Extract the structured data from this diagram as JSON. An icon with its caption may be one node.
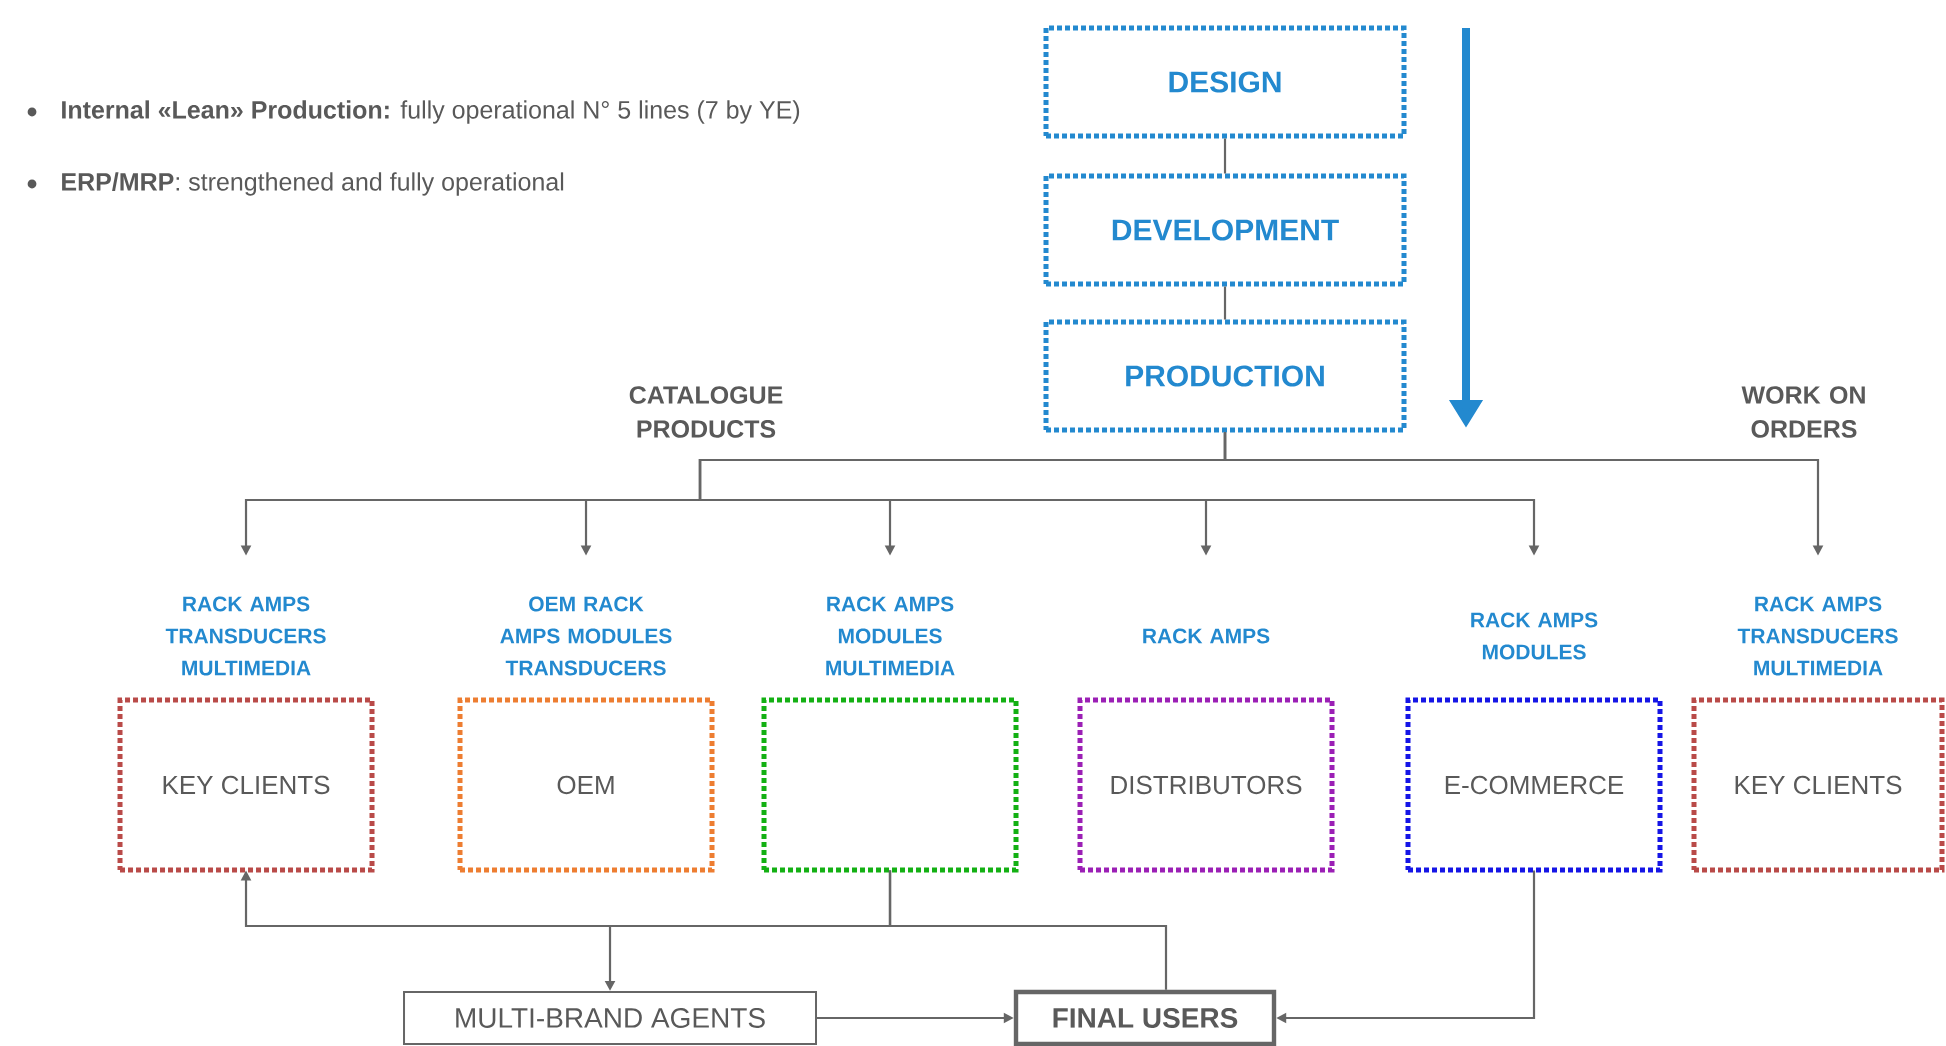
{
  "diagram": {
    "nodes": [
      {
        "text": [
          "DESIGN"
        ]
      },
      {
        "text": [
          "DEVELOPMENT"
        ]
      },
      {
        "text": [
          "PRODUCTION"
        ]
      },
      {
        "text": [
          "RACK AMPS TRANSDUCERS MULTIMEDIA",
          "KEY CLIENTS"
        ]
      },
      {
        "text": [
          "OEM RACK AMPS MODULES TRANSDUCERS",
          "OEM"
        ]
      },
      {
        "text": [
          "RACK AMPS MODULES MULTIMEDIA"
        ]
      },
      {
        "text": [
          "RACK AMPS",
          "DISTRIBUTORS"
        ]
      },
      {
        "text": [
          "RACK AMPS MODULES",
          "E-COMMERCE"
        ]
      },
      {
        "text": [
          "RACK AMPS TRANSDUCERS MULTIMEDIA",
          "KEY CLIENTS"
        ]
      },
      {
        "text": [
          "MULTI-BRAND AGENTS"
        ]
      },
      {
        "text": [
          "FINAL USERS"
        ]
      }
    ],
    "edges": [
      {
        "from": 0,
        "to": 1,
        "arrow": "none"
      },
      {
        "from": 1,
        "to": 2,
        "arrow": "none"
      },
      {
        "from": 2,
        "to": 3,
        "arrow": "to"
      },
      {
        "from": 2,
        "to": 4,
        "arrow": "to"
      },
      {
        "from": 2,
        "to": 5,
        "arrow": "to"
      },
      {
        "from": 2,
        "to": 6,
        "arrow": "to"
      },
      {
        "from": 2,
        "to": 7,
        "arrow": "to"
      },
      {
        "from": 2,
        "to": 8,
        "arrow": "to"
      },
      {
        "from": 5,
        "to": 3,
        "arrow": "to"
      },
      {
        "from": 5,
        "to": 9,
        "arrow": "to"
      },
      {
        "from": 5,
        "to": 10,
        "arrow": "none"
      },
      {
        "from": 9,
        "to": 10,
        "arrow": "to"
      },
      {
        "from": 7,
        "to": 10,
        "arrow": "to"
      }
    ],
    "labels": [
      "**Internal «Lean» Production:** fully operational N° 5 lines (7 by YE)",
      "**ERP/MRP**: strengthened and fully operational",
      "CATALOGUE PRODUCTS",
      "WORK ON ORDERS"
    ]
  }
}
